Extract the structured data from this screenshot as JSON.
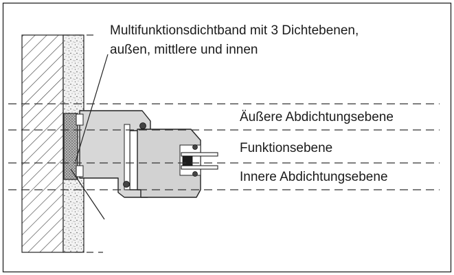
{
  "diagram": {
    "callout": {
      "line1": "Multifunktionsdichtband mit 3 Dichtebenen,",
      "line2": "außen, mittlere und innen"
    },
    "levels": {
      "outer": "Äußere Abdichtungsebene",
      "function": "Funktionsebene",
      "inner": "Innere Abdichtungsebene"
    }
  }
}
